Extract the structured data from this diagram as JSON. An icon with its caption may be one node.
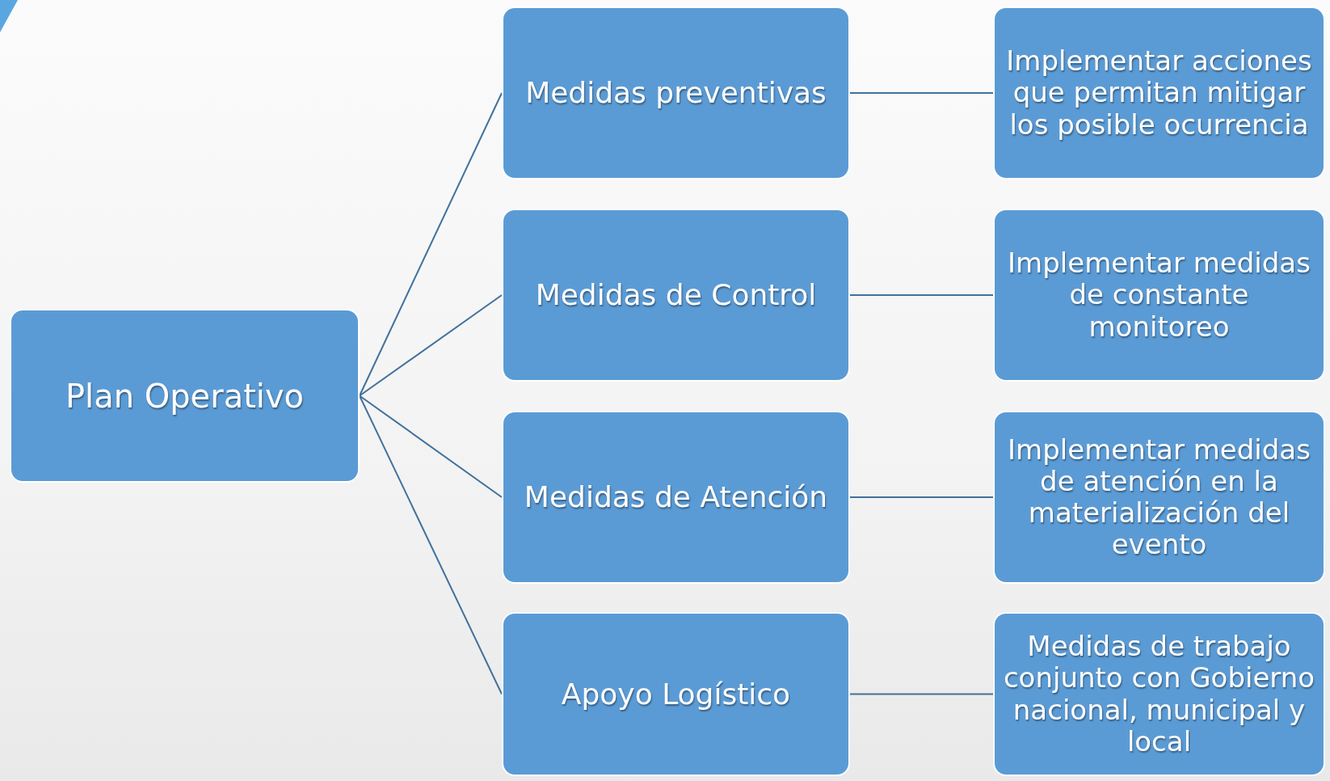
{
  "diagram": {
    "nodes": [
      {
        "text": [
          "Plan Operativo"
        ]
      },
      {
        "text": [
          "Medidas preventivas"
        ]
      },
      {
        "text": [
          "Implementar acciones que permitan mitigar los posible ocurrencia"
        ]
      },
      {
        "text": [
          "Medidas de Control"
        ]
      },
      {
        "text": [
          "Implementar medidas de constante monitoreo"
        ]
      },
      {
        "text": [
          "Medidas de Atención"
        ]
      },
      {
        "text": [
          "Implementar medidas de atención en la materialización del evento"
        ]
      },
      {
        "text": [
          "Apoyo Logístico"
        ]
      },
      {
        "text": [
          "Medidas de trabajo conjunto con Gobierno nacional, municipal y local"
        ]
      }
    ],
    "edges": [
      {
        "from": 0,
        "to": 1,
        "arrow": "none"
      },
      {
        "from": 0,
        "to": 3,
        "arrow": "none"
      },
      {
        "from": 0,
        "to": 5,
        "arrow": "none"
      },
      {
        "from": 0,
        "to": 7,
        "arrow": "none"
      },
      {
        "from": 1,
        "to": 2,
        "arrow": "none"
      },
      {
        "from": 3,
        "to": 4,
        "arrow": "none"
      },
      {
        "from": 5,
        "to": 6,
        "arrow": "none"
      },
      {
        "from": 7,
        "to": 8,
        "arrow": "none"
      }
    ]
  }
}
